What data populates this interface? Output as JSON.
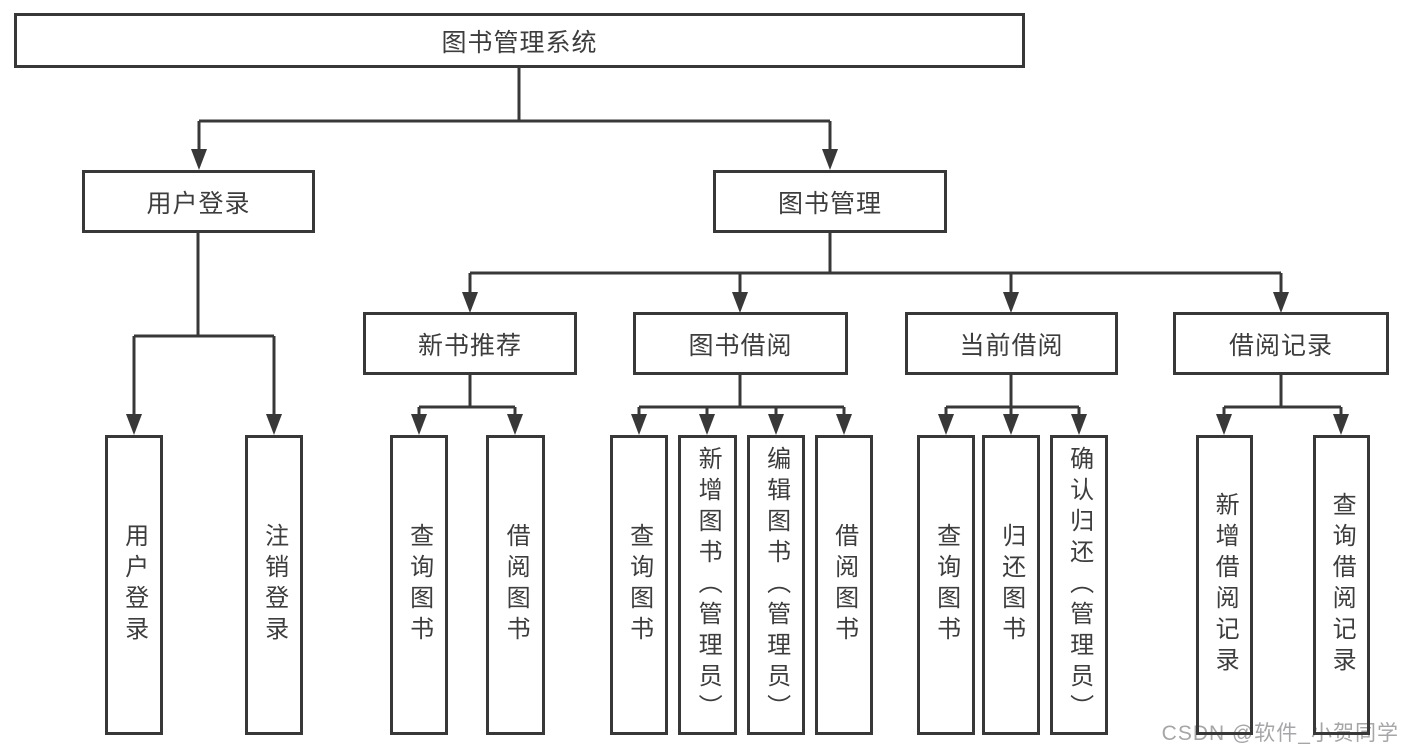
{
  "colors": {
    "line": "#383838",
    "text": "#3d3d3d",
    "background": "#ffffff",
    "watermark": "#a6a6a9"
  },
  "diagram": {
    "root": {
      "label": "图书管理系统"
    },
    "branches": [
      {
        "label": "用户登录",
        "children": [
          {
            "label": "用户登录"
          },
          {
            "label": "注销登录"
          }
        ]
      },
      {
        "label": "图书管理",
        "children": [
          {
            "label": "新书推荐",
            "children": [
              {
                "label": "查询图书"
              },
              {
                "label": "借阅图书"
              }
            ]
          },
          {
            "label": "图书借阅",
            "children": [
              {
                "label": "查询图书"
              },
              {
                "label": "新增图书（管理员）"
              },
              {
                "label": "编辑图书（管理员）"
              },
              {
                "label": "借阅图书"
              }
            ]
          },
          {
            "label": "当前借阅",
            "children": [
              {
                "label": "查询图书"
              },
              {
                "label": "归还图书"
              },
              {
                "label": "确认归还（管理员）"
              }
            ]
          },
          {
            "label": "借阅记录",
            "children": [
              {
                "label": "新增借阅记录"
              },
              {
                "label": "查询借阅记录"
              }
            ]
          }
        ]
      }
    ]
  },
  "watermark": {
    "text": "CSDN @软件_小贺同学"
  }
}
